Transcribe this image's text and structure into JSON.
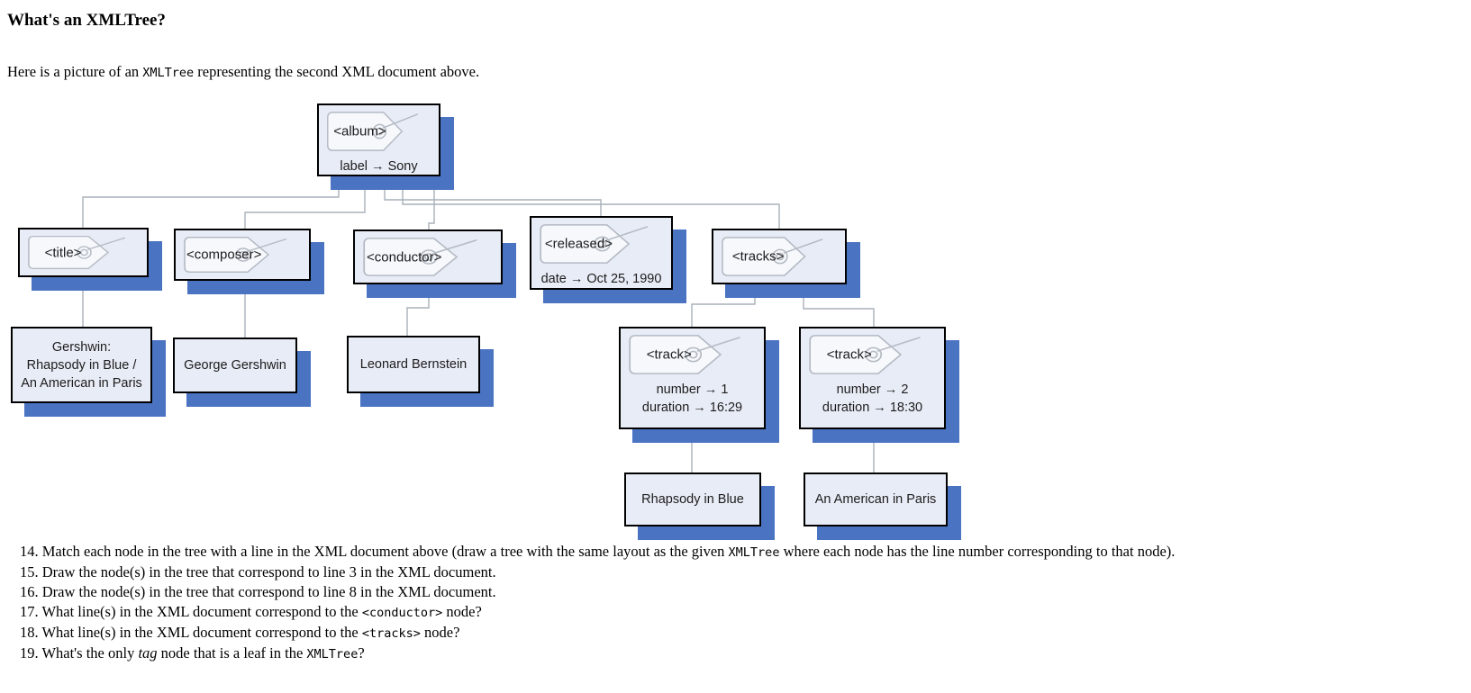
{
  "page": {
    "heading": "What's an XMLTree?",
    "intro_segments": [
      {
        "text": "Here is a picture of an ",
        "style": "serif"
      },
      {
        "text": "XMLTree",
        "style": "mono"
      },
      {
        "text": " representing the second XML document above.",
        "style": "serif"
      }
    ]
  },
  "diagram": {
    "colors": {
      "node_fill": "#e8ecf6",
      "shadow": "#4a73c2",
      "border": "#000000",
      "connector": "#a9b0ba",
      "tag_outline": "#b4bac3"
    },
    "nodes": {
      "album": {
        "tag": "<album>",
        "attributes": [
          "label → Sony"
        ]
      },
      "title": {
        "tag": "<title>"
      },
      "composer": {
        "tag": "<composer>"
      },
      "conductor": {
        "tag": "<conductor>"
      },
      "released": {
        "tag": "<released>",
        "attributes": [
          "date → Oct 25, 1990"
        ]
      },
      "tracks": {
        "tag": "<tracks>"
      },
      "track1": {
        "tag": "<track>",
        "attributes": [
          "number → 1",
          "duration → 16:29"
        ]
      },
      "track2": {
        "tag": "<track>",
        "attributes": [
          "number → 2",
          "duration → 18:30"
        ]
      },
      "title_text": {
        "text": "Gershwin:\nRhapsody in Blue /\nAn American in Paris"
      },
      "composer_text": {
        "text": "George Gershwin"
      },
      "conductor_text": {
        "text": "Leonard Bernstein"
      },
      "track1_text": {
        "text": "Rhapsody in Blue"
      },
      "track2_text": {
        "text": "An American in Paris"
      }
    }
  },
  "questions": [
    {
      "id": "14",
      "segments": [
        {
          "text": "14. Match each node in the tree with a line in the XML document above (draw a tree with the same layout as the given ",
          "style": "serif"
        },
        {
          "text": "XMLTree",
          "style": "mono"
        },
        {
          "text": " where each node has the line number corresponding to that node).",
          "style": "serif"
        }
      ]
    },
    {
      "id": "15",
      "segments": [
        {
          "text": "15. Draw the node(s) in the tree that correspond to line 3 in the XML document.",
          "style": "serif"
        }
      ]
    },
    {
      "id": "16",
      "segments": [
        {
          "text": "16. Draw the node(s) in the tree that correspond to line 8 in the XML document.",
          "style": "serif"
        }
      ]
    },
    {
      "id": "17",
      "segments": [
        {
          "text": "17. What line(s) in the XML document correspond to the ",
          "style": "serif"
        },
        {
          "text": "<conductor>",
          "style": "mono"
        },
        {
          "text": " node?",
          "style": "serif"
        }
      ]
    },
    {
      "id": "18",
      "segments": [
        {
          "text": "18. What line(s) in the XML document correspond to the ",
          "style": "serif"
        },
        {
          "text": "<tracks>",
          "style": "mono"
        },
        {
          "text": " node?",
          "style": "serif"
        }
      ]
    },
    {
      "id": "19",
      "segments": [
        {
          "text": "19. What's the only ",
          "style": "serif"
        },
        {
          "text": "tag",
          "style": "it"
        },
        {
          "text": " node that is a leaf in the ",
          "style": "serif"
        },
        {
          "text": "XMLTree",
          "style": "mono"
        },
        {
          "text": "?",
          "style": "serif"
        }
      ]
    }
  ]
}
